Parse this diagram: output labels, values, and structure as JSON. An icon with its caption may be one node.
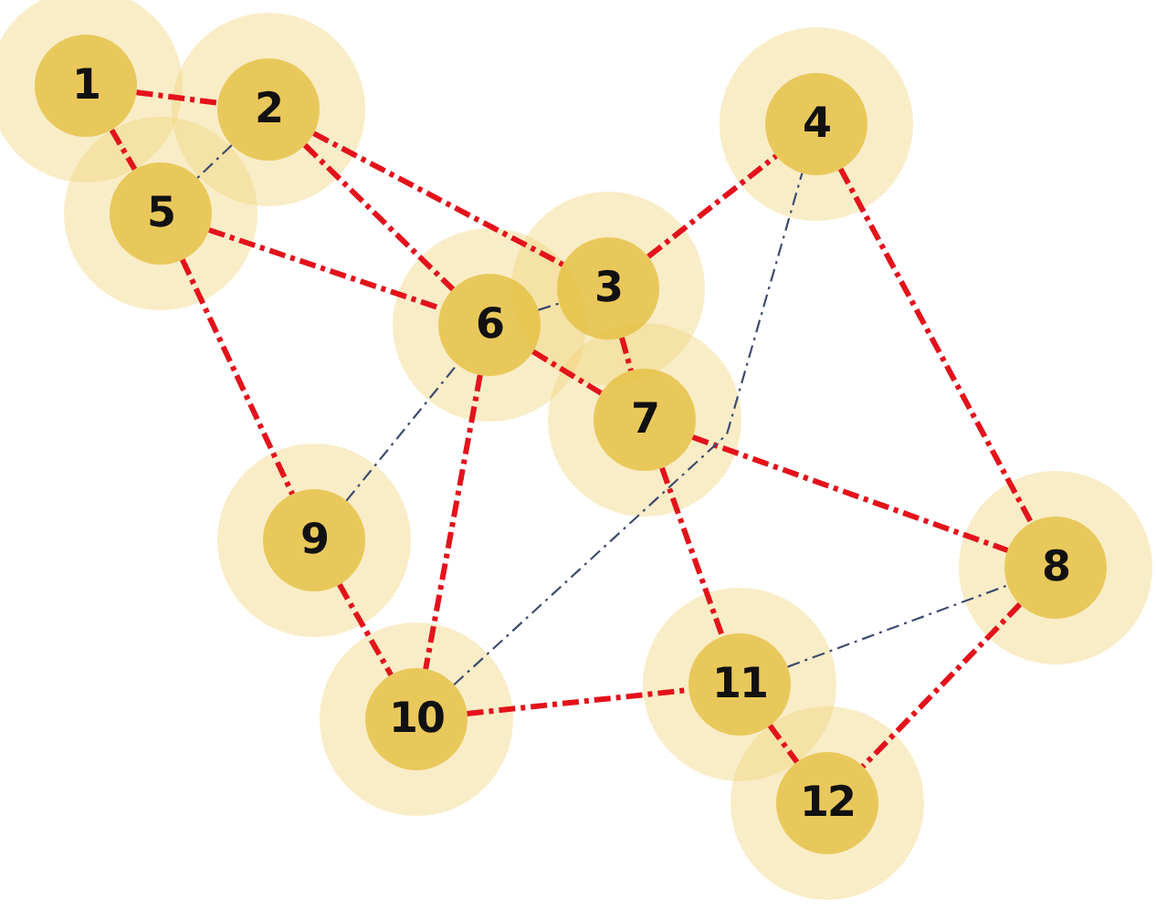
{
  "diagram": {
    "nodes": [
      {
        "text": [
          "1"
        ]
      },
      {
        "text": [
          "2"
        ]
      },
      {
        "text": [
          "3"
        ]
      },
      {
        "text": [
          "4"
        ]
      },
      {
        "text": [
          "5"
        ]
      },
      {
        "text": [
          "6"
        ]
      },
      {
        "text": [
          "7"
        ]
      },
      {
        "text": [
          "8"
        ]
      },
      {
        "text": [
          "9"
        ]
      },
      {
        "text": [
          "10"
        ]
      },
      {
        "text": [
          "11"
        ]
      },
      {
        "text": [
          "12"
        ]
      }
    ],
    "edges": [
      {
        "from": 0,
        "to": 1,
        "arrow": "none"
      },
      {
        "from": 0,
        "to": 4,
        "arrow": "none"
      },
      {
        "from": 1,
        "to": 5,
        "arrow": "none"
      },
      {
        "from": 1,
        "to": 2,
        "arrow": "none"
      },
      {
        "from": 4,
        "to": 5,
        "arrow": "none"
      },
      {
        "from": 2,
        "to": 3,
        "arrow": "none"
      },
      {
        "from": 2,
        "to": 6,
        "arrow": "none"
      },
      {
        "from": 5,
        "to": 6,
        "arrow": "none"
      },
      {
        "from": 4,
        "to": 8,
        "arrow": "none"
      },
      {
        "from": 5,
        "to": 9,
        "arrow": "none"
      },
      {
        "from": 8,
        "to": 9,
        "arrow": "none"
      },
      {
        "from": 6,
        "to": 7,
        "arrow": "none"
      },
      {
        "from": 6,
        "to": 10,
        "arrow": "none"
      },
      {
        "from": 3,
        "to": 7,
        "arrow": "none"
      },
      {
        "from": 9,
        "to": 10,
        "arrow": "none"
      },
      {
        "from": 10,
        "to": 11,
        "arrow": "none"
      },
      {
        "from": 7,
        "to": 11,
        "arrow": "none"
      },
      {
        "from": 1,
        "to": 4,
        "arrow": "none",
        "color": "#3d4b6e"
      },
      {
        "from": 5,
        "to": 2,
        "arrow": "none",
        "color": "#3d4b6e"
      },
      {
        "from": 8,
        "to": 5,
        "arrow": "none",
        "color": "#3d4b6e"
      },
      {
        "from": 9,
        "to": 3,
        "arrow": "none",
        "color": "#3d4b6e"
      },
      {
        "from": 10,
        "to": 7,
        "arrow": "none",
        "color": "#3d4b6e"
      }
    ]
  }
}
